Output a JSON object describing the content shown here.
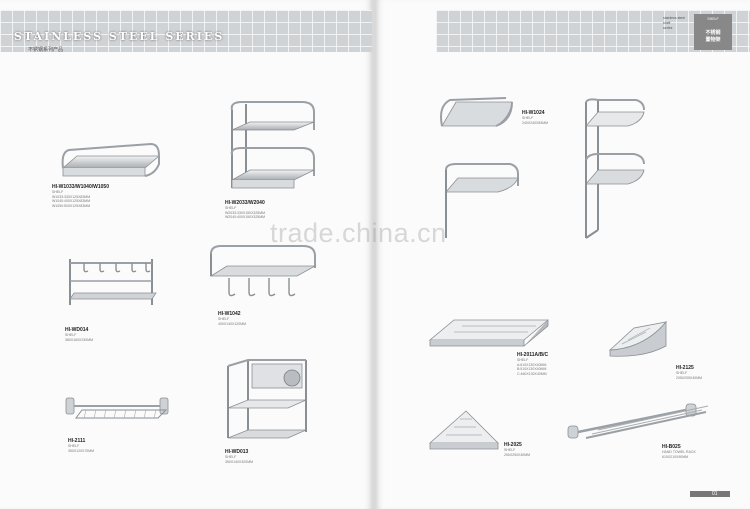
{
  "header": {
    "series_title": "STAINLESS STEEL SERIES",
    "series_sub": "不锈钢系列产品",
    "box_text": [
      "stainless steel",
      "shelf",
      "series"
    ],
    "badge_top": "SHELF",
    "badge_cn": "不锈钢",
    "badge_cn2": "置物架"
  },
  "watermark": "trade.china.cn",
  "products": [
    {
      "code": "HI-W1033/W1040/W1050",
      "type": "SHELF",
      "specs": [
        "W1033:330X125X83MM",
        "W1040:400X125X83MM",
        "W1050:500X125X83MM"
      ]
    },
    {
      "code": "HI-W2033/W2040",
      "type": "SHELF",
      "specs": [
        "W2033:330X150X325MM",
        "W2040:400X150X325MM"
      ]
    },
    {
      "code": "HI-WD014",
      "type": "SHELF",
      "specs": [
        "380X160X230MM"
      ]
    },
    {
      "code": "HI-W1042",
      "type": "SHELF",
      "specs": [
        "400X140X120MM"
      ]
    },
    {
      "code": "HI-2111",
      "type": "SHELF",
      "specs": [
        "350X120X70MM"
      ]
    },
    {
      "code": "HI-WD013",
      "type": "SHELF",
      "specs": [
        "350X140X320MM"
      ]
    },
    {
      "code": "HI-W1024",
      "type": "SHELF",
      "specs": [
        "240X240X83MM"
      ]
    },
    {
      "code": "HI-2011A/B/C",
      "type": "SHELF",
      "specs": [
        "A:610X130X40MM",
        "B:510X130X40MM",
        "C:460X130X40MM"
      ]
    },
    {
      "code": "HI-2125",
      "type": "SHELF",
      "specs": [
        "205X205X40MM"
      ]
    },
    {
      "code": "HI-2025",
      "type": "SHELF",
      "specs": [
        "250X250X40MM"
      ]
    },
    {
      "code": "HI-B025",
      "type": "HAND TOWEL RACK",
      "specs": [
        "610X210X90MM"
      ]
    }
  ],
  "footer": {
    "page": "01"
  },
  "colors": {
    "steel_light": "#e6e8ea",
    "steel_mid": "#b5b9bd",
    "steel_dark": "#7a7f84",
    "tile": "#cfd3d6"
  }
}
